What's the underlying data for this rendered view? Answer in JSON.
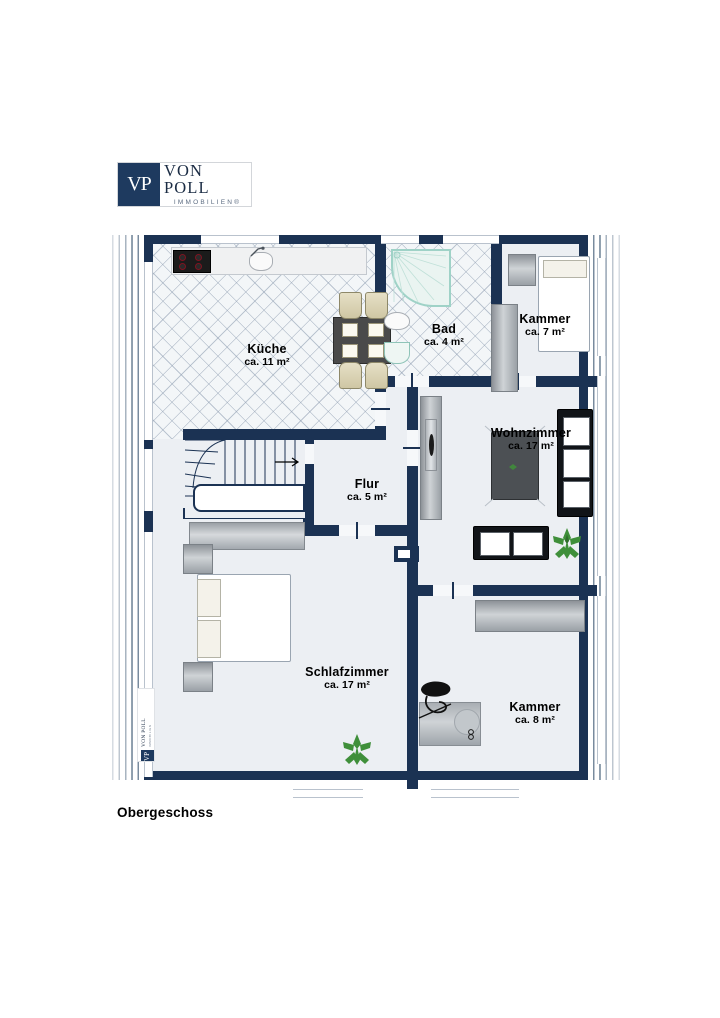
{
  "logo": {
    "monogram": "VP",
    "name": "VON POLL",
    "subtitle": "IMMOBILIEN®"
  },
  "watermark": {
    "monogram": "VP",
    "name": "VON POLL",
    "subtitle": "IMMOBILIEN"
  },
  "caption": "Obergeschoss",
  "colors": {
    "wall": "#1b3253",
    "room_fill": "#eceff3",
    "tile_fill": "#f3f6f8",
    "brand_navy": "#1e3a5f",
    "plant_green": "#3f8f3a"
  },
  "floorplan": {
    "title": "Obergeschoss",
    "unit": "m²",
    "area_prefix": "ca.",
    "rooms": [
      {
        "key": "kueche",
        "name": "Küche",
        "area_label": "ca. 11 m²",
        "area": 11
      },
      {
        "key": "bad",
        "name": "Bad",
        "area_label": "ca. 4 m²",
        "area": 4
      },
      {
        "key": "kammer_top",
        "name": "Kammer",
        "area_label": "ca. 7 m²",
        "area": 7
      },
      {
        "key": "wohnzimmer",
        "name": "Wohnzimmer",
        "area_label": "ca. 17 m²",
        "area": 17
      },
      {
        "key": "flur",
        "name": "Flur",
        "area_label": "ca. 5 m²",
        "area": 5
      },
      {
        "key": "schlafzimmer",
        "name": "Schlafzimmer",
        "area_label": "ca. 17 m²",
        "area": 17
      },
      {
        "key": "kammer_bottom",
        "name": "Kammer",
        "area_label": "ca. 8 m²",
        "area": 8
      }
    ],
    "icons": [
      "stove-icon",
      "sink-icon",
      "dining-table-icon",
      "chair-icon",
      "shower-icon",
      "toilet-icon",
      "washbasin-icon",
      "bed-icon",
      "wardrobe-icon",
      "sofa-icon",
      "armchair-icon",
      "rug-icon",
      "plant-icon",
      "staircase-icon",
      "radiator-icon",
      "washing-machine-icon",
      "ironing-board-icon"
    ]
  }
}
